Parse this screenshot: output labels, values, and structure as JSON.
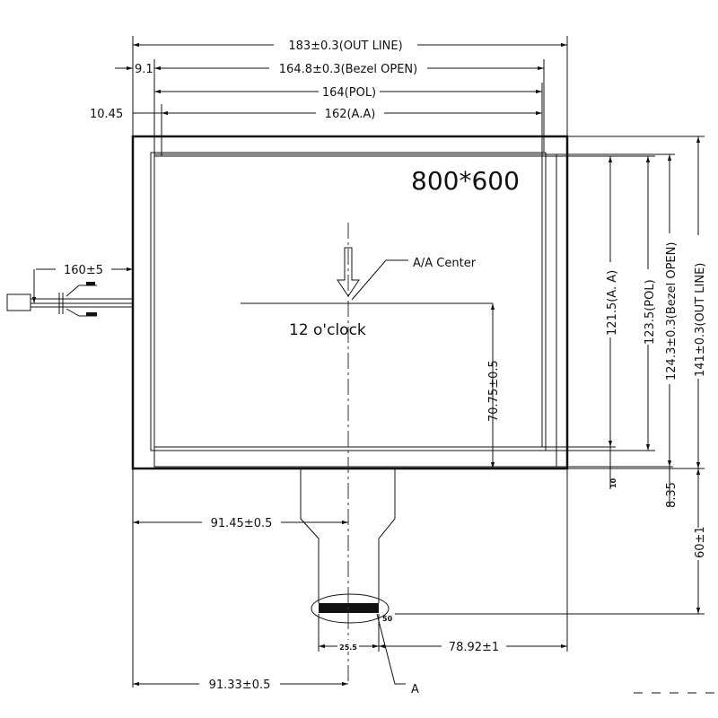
{
  "drawing": {
    "resolution": "800*600",
    "center_label": "A/A Center",
    "orientation_label": "12 o'clock",
    "detail_label": "A",
    "pin_label": "50",
    "dimensions": {
      "outline_width": "183±0.3(OUT LINE)",
      "bezel_open_width": "164.8±0.3(Bezel OPEN)",
      "pol_width": "164(POL)",
      "aa_width": "162(A.A)",
      "left_offset_bezel": "9.1",
      "left_offset_aa": "10.45",
      "cable_length": "160±5",
      "aa_height": "121.5(A. A)",
      "pol_height": "123.5(POL)",
      "bezel_open_height": "124.3±0.3(Bezel OPEN)",
      "outline_height": "141±0.3(OUT LINE)",
      "center_vertical": "70.75±0.5",
      "bottom_offset_aa": "10",
      "bottom_offset_bezel": "8.35",
      "fpc_length": "60±1",
      "center_horizontal": "91.45±0.5",
      "fpc_center": "91.33±0.5",
      "connector_width": "25.5",
      "fpc_right": "78.92±1"
    }
  }
}
